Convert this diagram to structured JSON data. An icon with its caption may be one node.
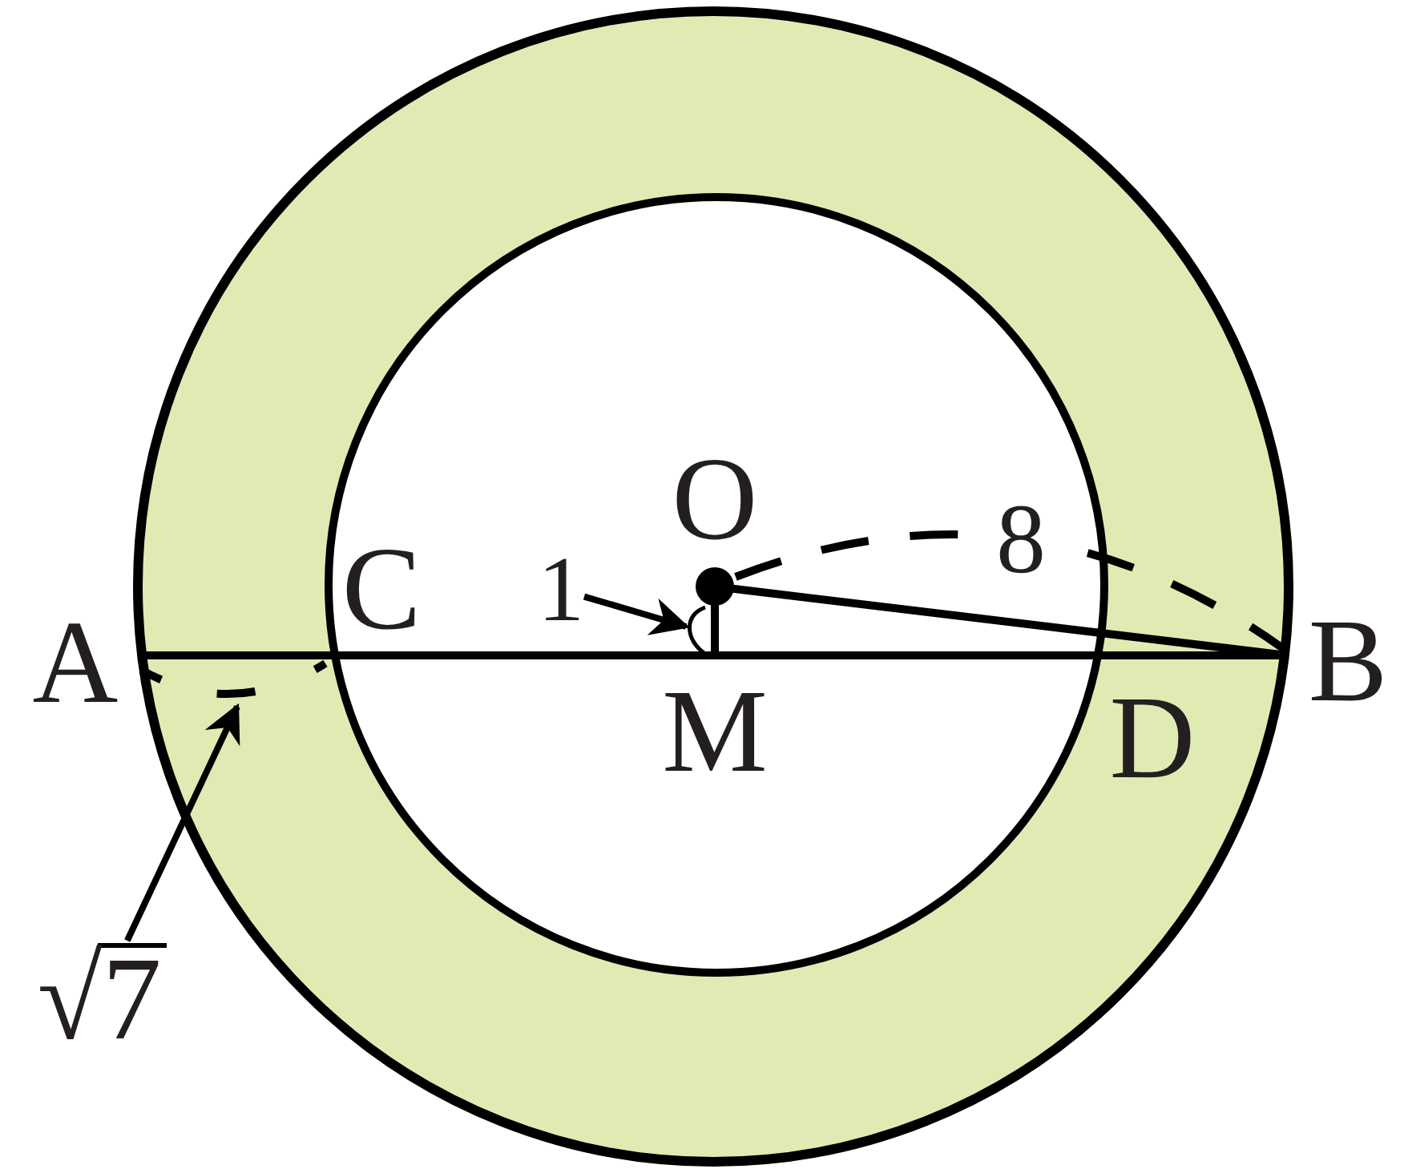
{
  "diagram": {
    "nodes": [
      {
        "text": [
          "1"
        ]
      },
      {
        "text": [
          "√7"
        ]
      },
      {
        "text": [],
        "shape": "arc"
      },
      {
        "text": [],
        "shape": "arc"
      }
    ],
    "edges": [
      {
        "from": 0,
        "to": 2,
        "arrow": "to"
      },
      {
        "from": 1,
        "to": 3,
        "arrow": "to"
      }
    ],
    "labels": [
      "O",
      "8",
      "C",
      "A",
      "B",
      "M",
      "D"
    ]
  }
}
